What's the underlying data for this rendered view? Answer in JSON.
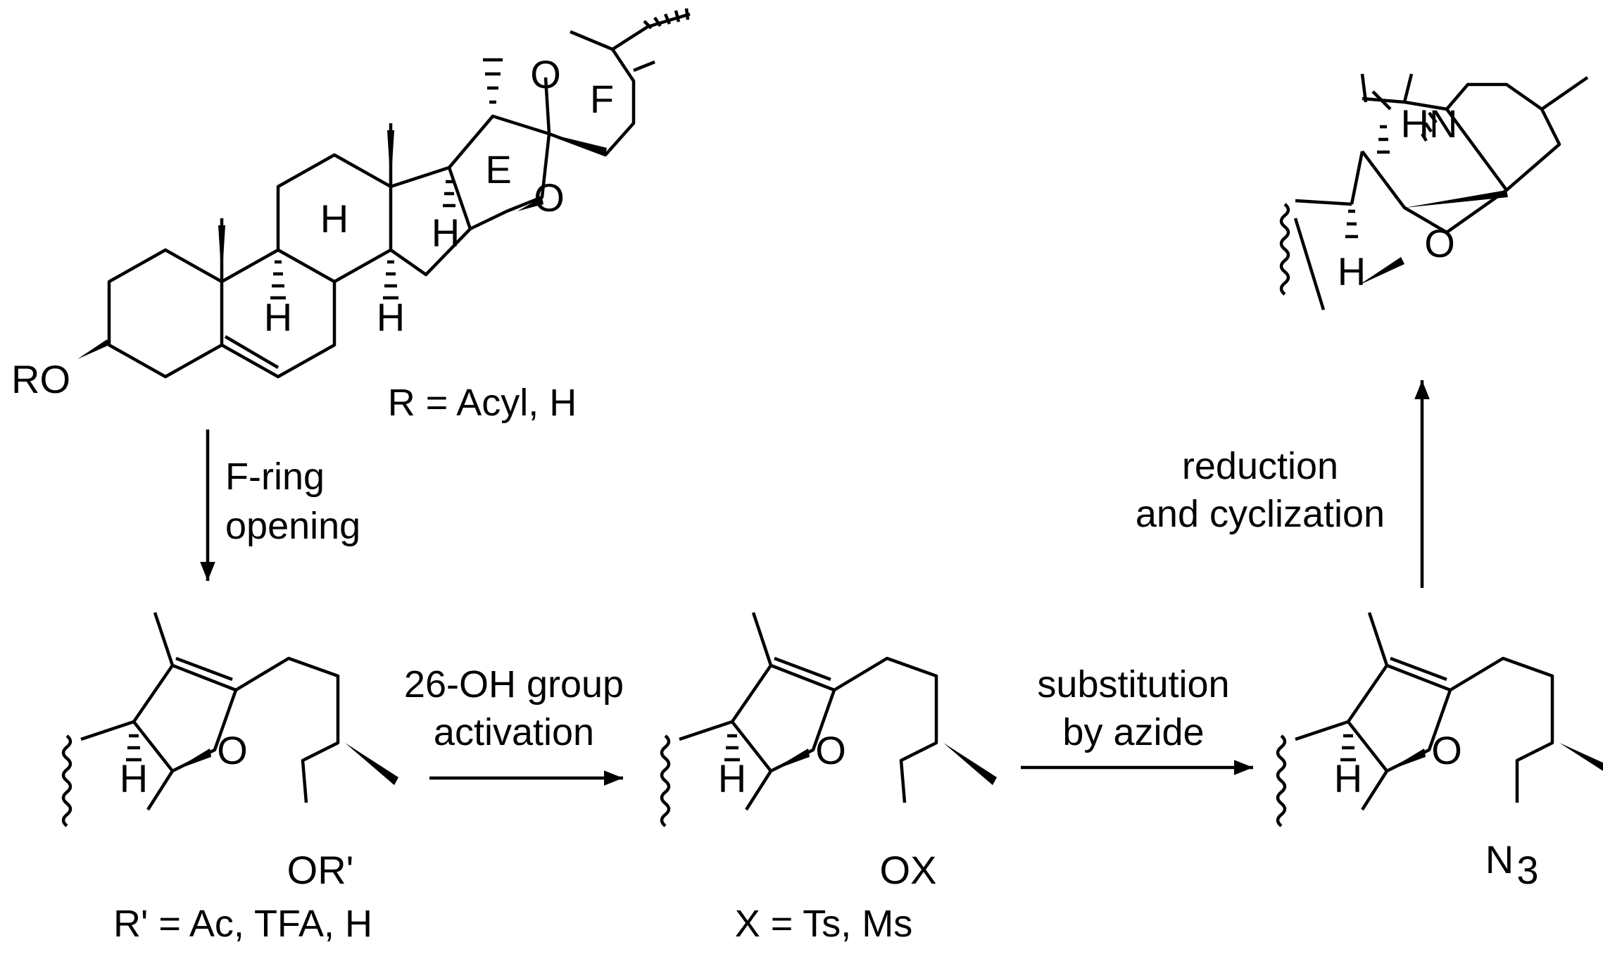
{
  "colors": {
    "ink": "#000000",
    "background": "#ffffff"
  },
  "structures": {
    "start": {
      "ring_labels": {
        "E": "E",
        "F": "F"
      },
      "atoms": {
        "O_ring_F": "O",
        "O_ring_E": "O",
        "H1": "H",
        "H2": "H",
        "H3": "H",
        "H4": "H",
        "RO": "RO"
      },
      "caption": "R = Acyl, H"
    },
    "intermediate1": {
      "atoms": {
        "O_ring": "O",
        "H": "H",
        "OR": "OR'"
      },
      "caption": "R' = Ac, TFA, H"
    },
    "intermediate2": {
      "atoms": {
        "O_ring": "O",
        "H": "H",
        "OX": "OX"
      },
      "caption": "X = Ts, Ms"
    },
    "intermediate3": {
      "atoms": {
        "O_ring": "O",
        "H": "H",
        "N": "N",
        "sub": "3"
      }
    },
    "product": {
      "atoms": {
        "HN": "HN",
        "O_ring": "O",
        "H": "H"
      }
    }
  },
  "steps": {
    "step1": {
      "line1": "F-ring",
      "line2": "opening"
    },
    "step2": {
      "line1": "26-OH group",
      "line2": "activation"
    },
    "step3": {
      "line1": "substitution",
      "line2": "by azide"
    },
    "step4": {
      "line1": "reduction",
      "line2": "and cyclization"
    }
  }
}
